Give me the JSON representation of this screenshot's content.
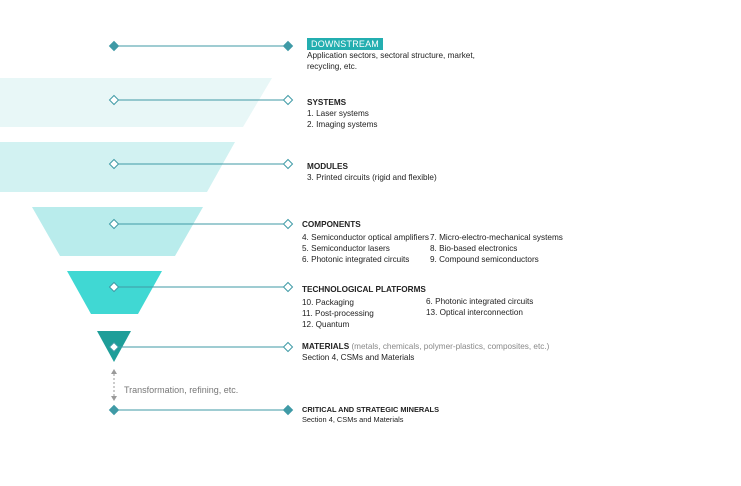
{
  "colors": {
    "teal": "#23aeb0",
    "line": "#3f9aa6",
    "tier1": "#e8f7f7",
    "tier2": "#d2f2f2",
    "tier3": "#b9ecec",
    "tier4": "#40d8d3",
    "tier5": "#1e9e99"
  },
  "downstream": {
    "label": "DOWNSTREAM",
    "desc1": "Application sectors, sectoral structure, market,",
    "desc2": "recycling, etc."
  },
  "systems": {
    "title": "SYSTEMS",
    "items": [
      "1. Laser systems",
      "2. Imaging systems"
    ]
  },
  "modules": {
    "title": "MODULES",
    "items": [
      "3. Printed circuits (rigid and flexible)"
    ]
  },
  "components": {
    "title": "COMPONENTS",
    "col1": [
      "4. Semiconductor optical amplifiers",
      "5. Semiconductor lasers",
      "6. Photonic integrated circuits"
    ],
    "col2": [
      "7. Micro-electro-mechanical systems",
      "8. Bio-based electronics",
      "9. Compound semiconductors"
    ]
  },
  "platforms": {
    "title": "TECHNOLOGICAL PLATFORMS",
    "col1": [
      "10. Packaging",
      "11. Post-processing",
      "12. Quantum"
    ],
    "col2": [
      "6. Photonic integrated circuits",
      "13. Optical interconnection"
    ]
  },
  "materials": {
    "title": "MATERIALS",
    "subtitle": "(metals, chemicals, polymer-plastics, composites, etc.)",
    "desc": "Section 4, CSMs and Materials"
  },
  "transformation": {
    "label": "Transformation, refining, etc."
  },
  "minerals": {
    "title": "CRITICAL AND STRATEGIC MINERALS",
    "desc": "Section 4, CSMs and Materials"
  }
}
